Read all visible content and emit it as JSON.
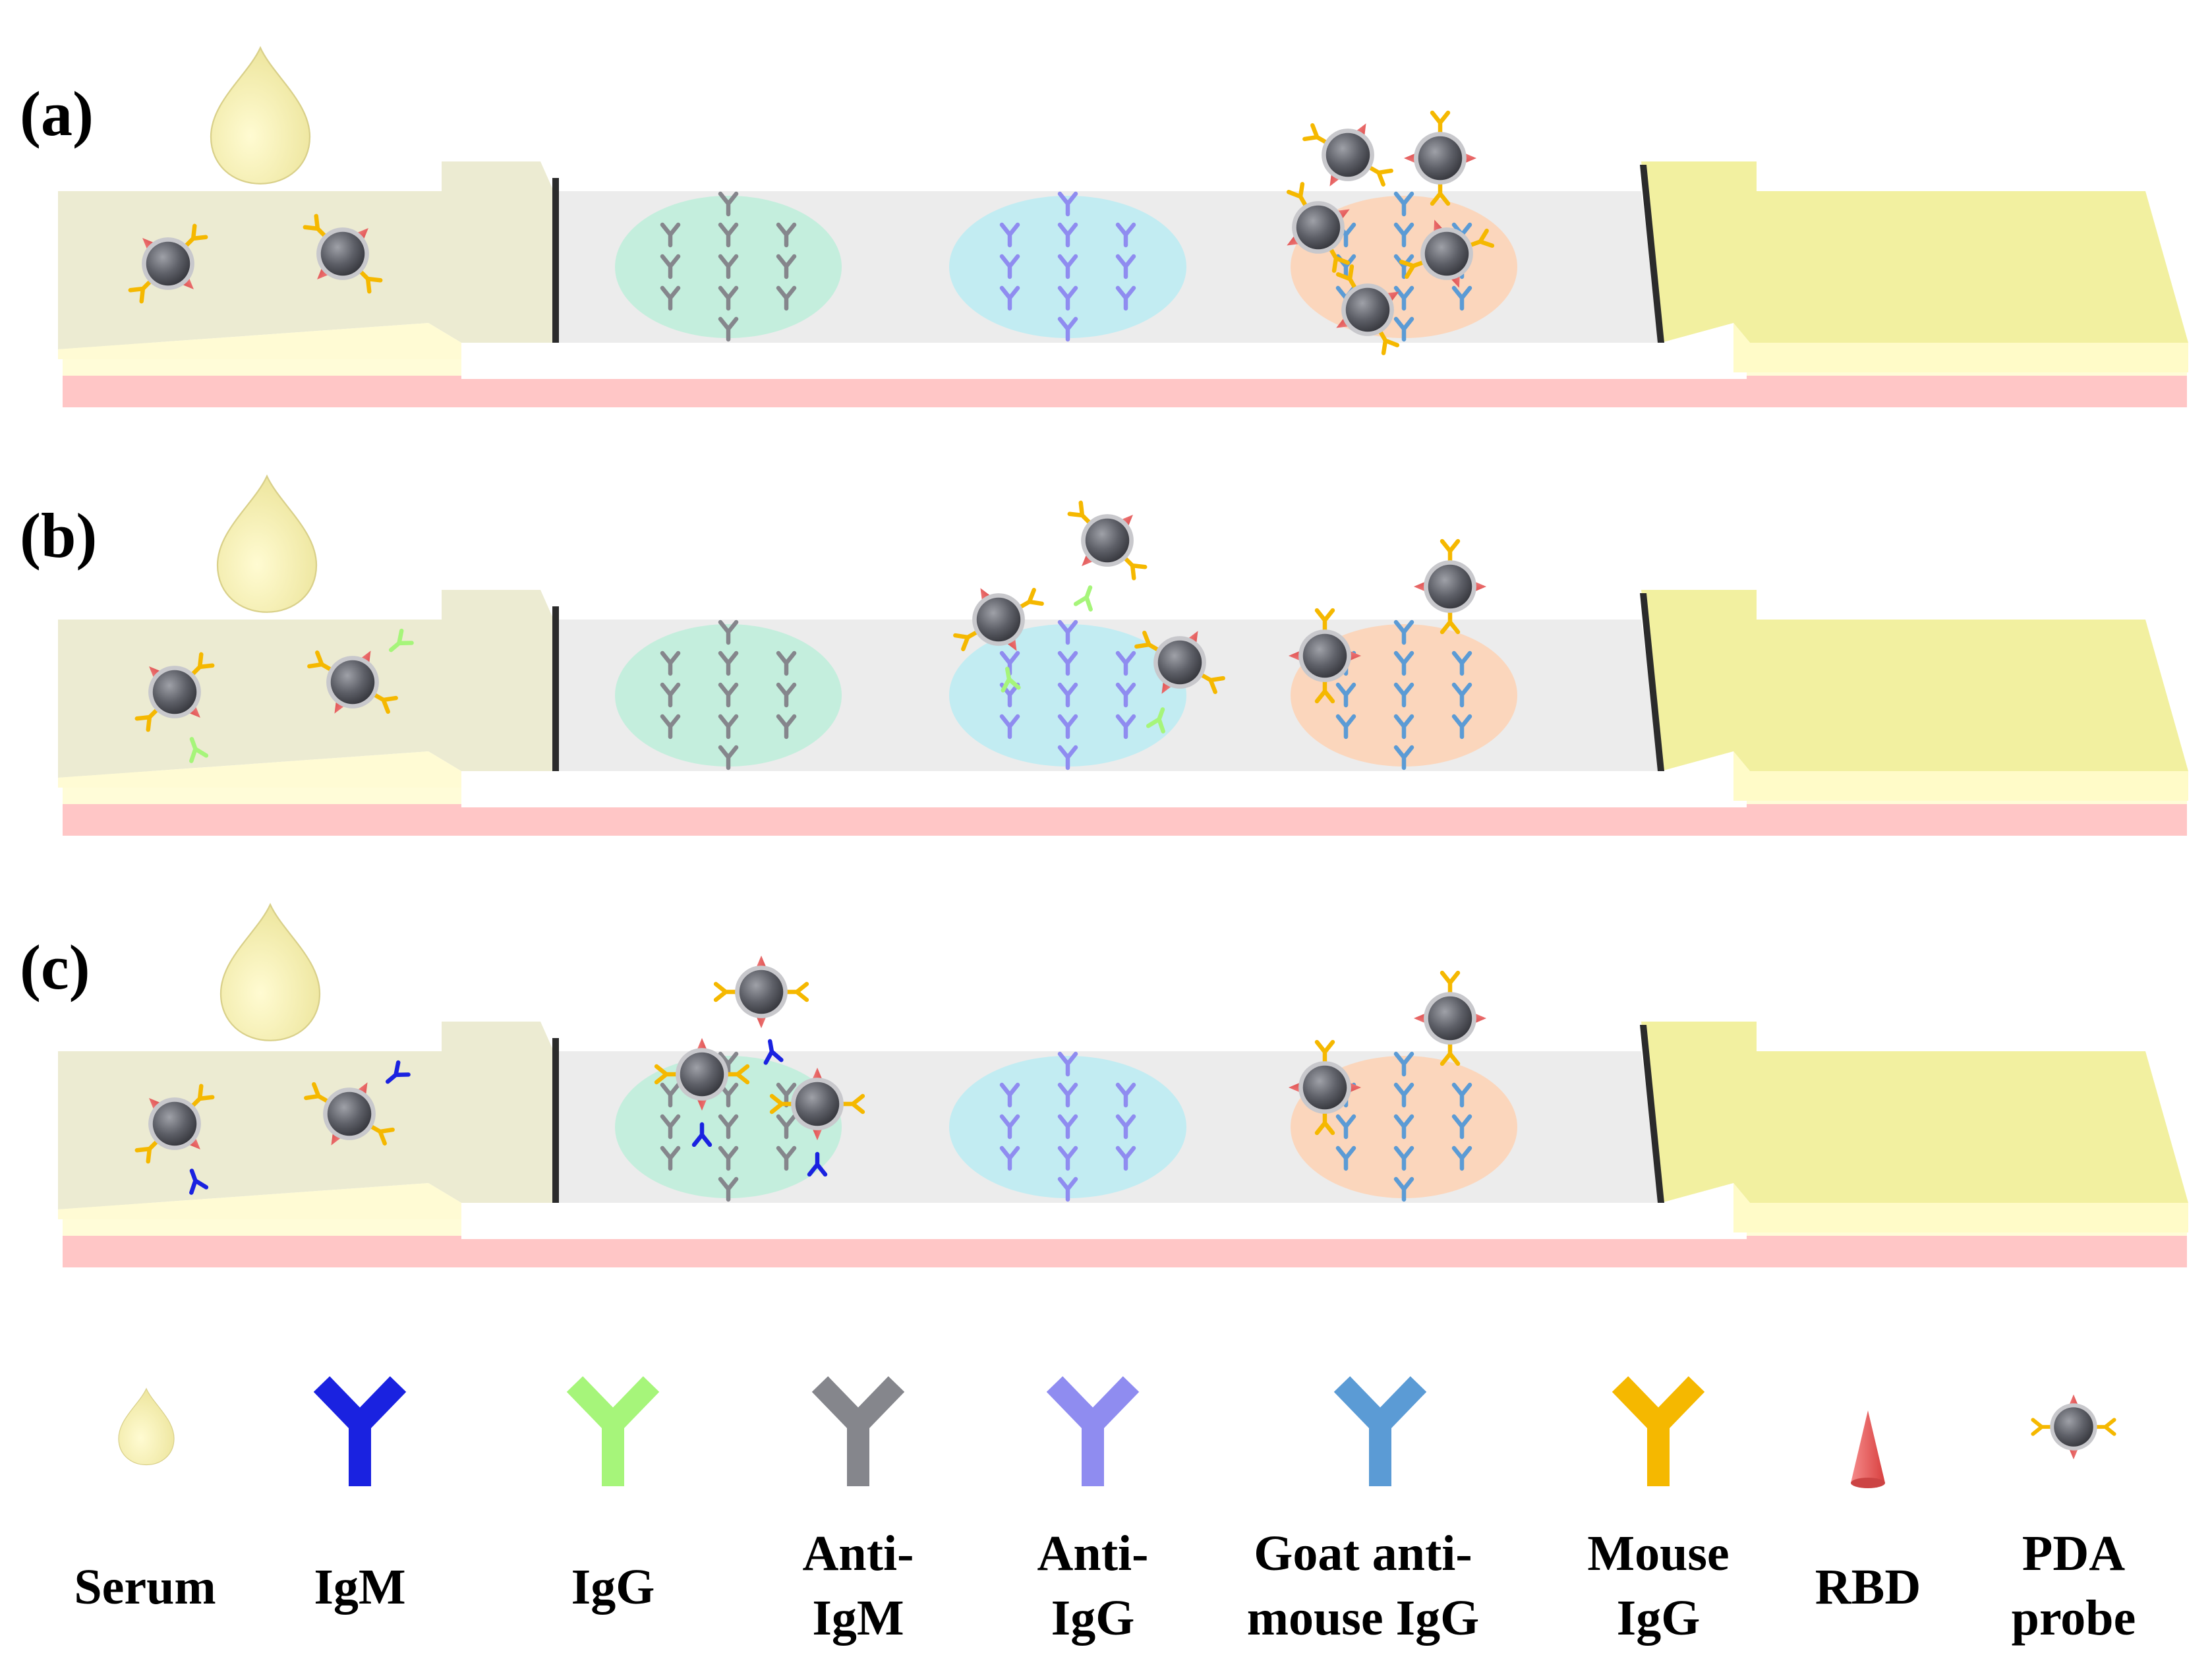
{
  "panels": [
    {
      "label": "(a)"
    },
    {
      "label": "(b)"
    },
    {
      "label": "(c)"
    }
  ],
  "legend": [
    {
      "icon": "serum-drop-icon",
      "lines": [
        "Serum"
      ]
    },
    {
      "icon": "igm-antibody-icon",
      "lines": [
        "IgM"
      ],
      "color": "#1a22e0"
    },
    {
      "icon": "igg-antibody-icon",
      "lines": [
        "IgG"
      ],
      "color": "#a6f57a"
    },
    {
      "icon": "anti-igm-antibody-icon",
      "lines": [
        "Anti-",
        "IgM"
      ],
      "color": "#85868c"
    },
    {
      "icon": "anti-igg-antibody-icon",
      "lines": [
        "Anti-",
        "IgG"
      ],
      "color": "#8f8cf0"
    },
    {
      "icon": "goat-anti-mouse-igg-icon",
      "lines": [
        "Goat anti-",
        "mouse IgG"
      ],
      "color": "#5b9bd5"
    },
    {
      "icon": "mouse-igg-icon",
      "lines": [
        "Mouse",
        "IgG"
      ],
      "color": "#f5b800"
    },
    {
      "icon": "rbd-icon",
      "lines": [
        "RBD"
      ],
      "color": "#e8585a"
    },
    {
      "icon": "pda-probe-icon",
      "lines": [
        "PDA",
        "probe"
      ]
    }
  ],
  "colors": {
    "sample_pad": "#ecebd2",
    "membrane": "#ececec",
    "absorbent_pad": "#f2f0a0",
    "backing": "#ffc6c6",
    "serum": "#f8f3b4",
    "igm_zone": "#c4eedd",
    "igg_zone": "#c2ecf2",
    "control_zone": "#fbd6bc",
    "bead": "#60626a"
  }
}
